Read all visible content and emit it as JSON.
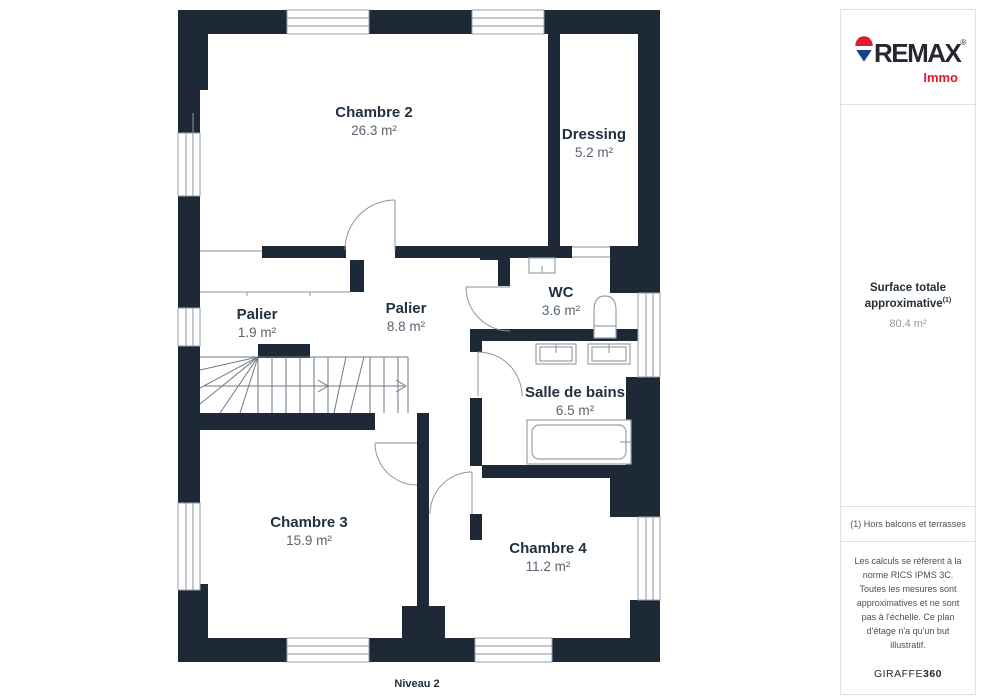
{
  "floorplan": {
    "level_label": "Niveau 2",
    "rooms": [
      {
        "name": "Chambre 2",
        "area": "26.3 m²"
      },
      {
        "name": "Dressing",
        "area": "5.2 m²"
      },
      {
        "name": "Palier",
        "area": "1.9 m²"
      },
      {
        "name": "Palier",
        "area": "8.8 m²"
      },
      {
        "name": "WC",
        "area": "3.6 m²"
      },
      {
        "name": "Salle de bains",
        "area": "6.5 m²"
      },
      {
        "name": "Chambre 3",
        "area": "15.9 m²"
      },
      {
        "name": "Chambre 4",
        "area": "11.2 m²"
      }
    ],
    "colors": {
      "wall": "#1d2936",
      "thin_line": "#8d969e",
      "label": "#223140",
      "area_text": "#5a6470"
    }
  },
  "sidebar": {
    "brand": {
      "name": "REMAX",
      "registered": "®",
      "sub": "Immo",
      "balloon_red": "#e11b2f",
      "balloon_blue": "#1b3f94"
    },
    "surface": {
      "title": "Surface totale approximative",
      "marker": "(1)",
      "value": "80.4 m²"
    },
    "footnote": "(1) Hors balcons et terrasses",
    "legal": "Les calculs se réfèrent à la norme RICS IPMS 3C. Toutes les mesures sont approximatives et ne sont pas à l'échelle. Ce plan d'étage n'a qu'un but illustratif.",
    "brand_footer": {
      "normal": "GIRAFFE",
      "bold": "360"
    }
  }
}
